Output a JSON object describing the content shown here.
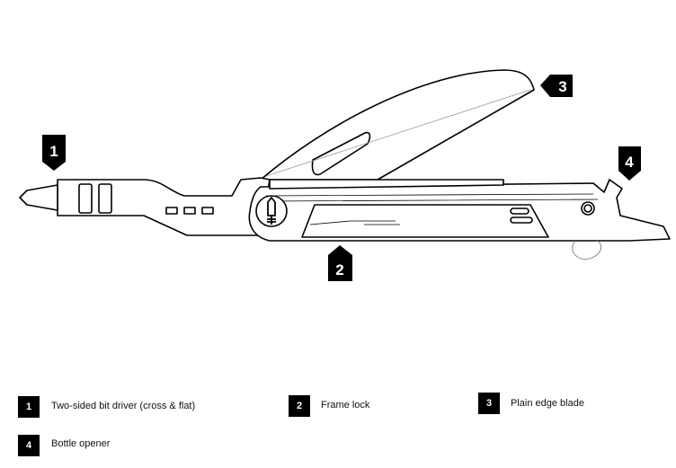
{
  "callouts": [
    {
      "number": "1",
      "label": "Two-sided bit driver (cross & flat)"
    },
    {
      "number": "2",
      "label": "Frame lock"
    },
    {
      "number": "3",
      "label": "Plain edge blade"
    },
    {
      "number": "4",
      "label": "Bottle opener"
    }
  ],
  "colors": {
    "ink": "#000000",
    "background": "#ffffff"
  }
}
